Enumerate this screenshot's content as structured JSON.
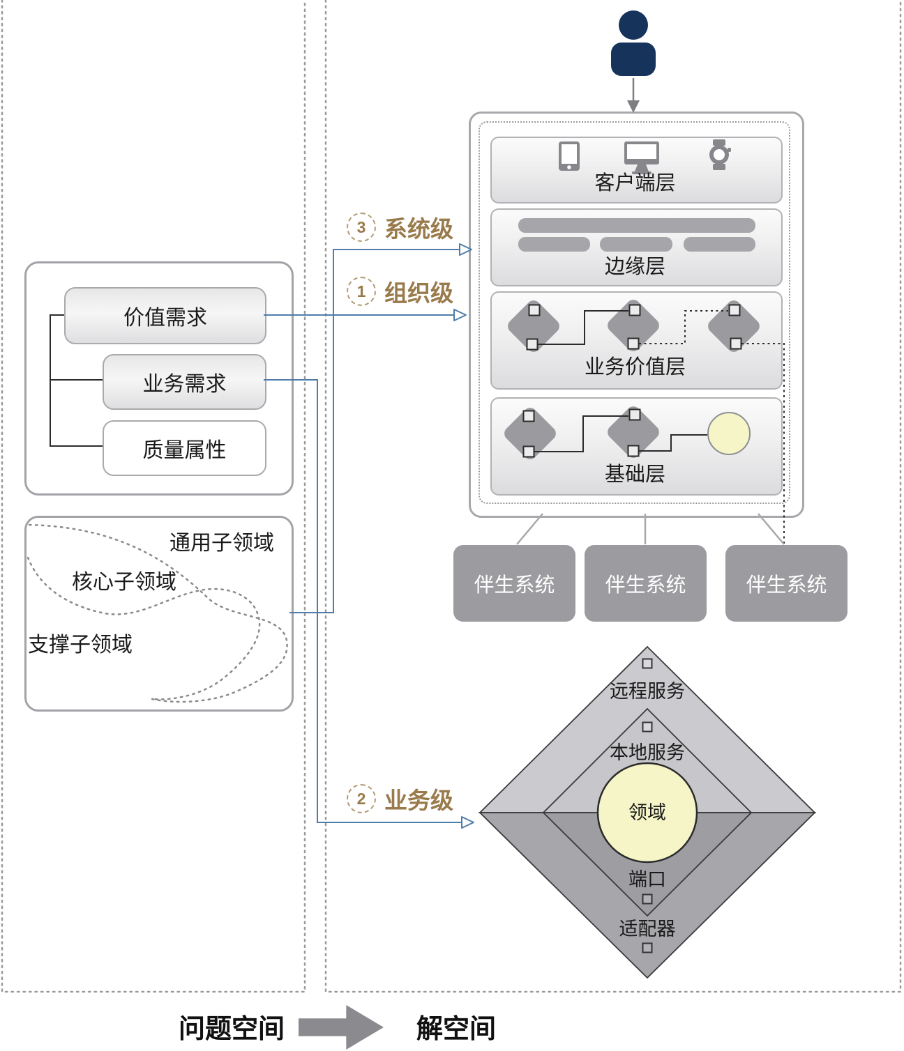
{
  "colors": {
    "accent_label_gold": "#997a4b",
    "connector_blue": "#4f7dab",
    "person_navy": "#16335c",
    "node_gray": "#9b9b9f",
    "companion_gray": "#9c9ca0",
    "domain_yellow": "#f5f5c8",
    "hex_top_gray": "#cbcbcf",
    "hex_bottom_gray": "#a6a6ab"
  },
  "left_panel": {
    "requirements": {
      "value": "价值需求",
      "business": "业务需求",
      "quality": "质量属性"
    },
    "subdomains": {
      "generic": "通用子领域",
      "core": "核心子领域",
      "supporting": "支撑子领域"
    }
  },
  "levels": {
    "system": {
      "num": "3",
      "label": "系统级"
    },
    "organization": {
      "num": "1",
      "label": "组织级"
    },
    "business": {
      "num": "2",
      "label": "业务级"
    }
  },
  "system_box": {
    "layers": {
      "client": "客户端层",
      "edge": "边缘层",
      "business_value": "业务价值层",
      "foundation": "基础层"
    },
    "icons": [
      "user-icon",
      "phone-icon",
      "monitor-icon",
      "watch-icon"
    ]
  },
  "companions": {
    "first": "伴生系统",
    "second": "伴生系统",
    "third": "伴生系统"
  },
  "hexagon": {
    "remote": "远程服务",
    "local": "本地服务",
    "domain": "领域",
    "port": "端口",
    "adapter": "适配器"
  },
  "footer": {
    "problem": "问题空间",
    "solution": "解空间"
  }
}
